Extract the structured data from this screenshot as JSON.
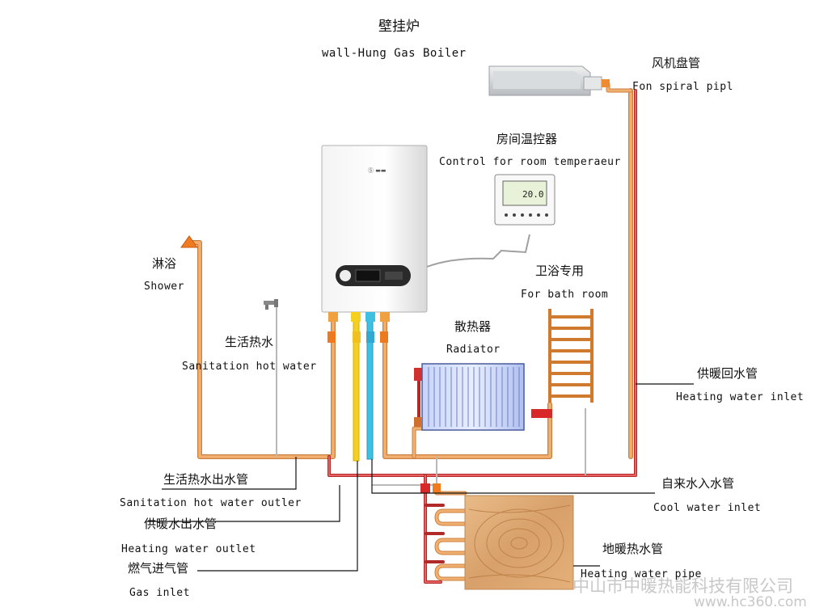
{
  "labels": {
    "boiler_cn": "壁挂炉",
    "boiler_en": "wall-Hung Gas Boiler",
    "fan_cn": "风机盘管",
    "fan_en": "Fon spiral pipl",
    "thermostat_cn": "房间温控器",
    "thermostat_en": "Control for room temperaeur",
    "shower_cn": "淋浴",
    "shower_en": "Shower",
    "bath_cn": "卫浴专用",
    "bath_en": "For bath room",
    "sanitation_cn": "生活热水",
    "sanitation_en": "Sanitation hot water",
    "radiator_cn": "散热器",
    "radiator_en": "Radiator",
    "heating_inlet_cn": "供暖回水管",
    "heating_inlet_en": "Heating water inlet",
    "sanitation_outlet_cn": "生活热水出水管",
    "sanitation_outlet_en": "Sanitation hot water outler",
    "heating_outlet_cn": "供暖水出水管",
    "heating_outlet_en": "Heating water outlet",
    "gas_cn": "燃气进气管",
    "gas_en": "Gas inlet",
    "cool_cn": "自来水入水管",
    "cool_en": "Cool water inlet",
    "floor_cn": "地暖热水管",
    "floor_en": "Heating water pipe"
  },
  "thermostat_display": "20.0",
  "watermark": {
    "company": "中山市中暖热能科技有限公司",
    "url": "www.hc360.com"
  },
  "colors": {
    "hot_pipe": "#e8a060",
    "return_pipe": "#d04040",
    "gas_pipe": "#f5d020",
    "cold_pipe": "#40c0e0",
    "leader_line": "#111111"
  }
}
